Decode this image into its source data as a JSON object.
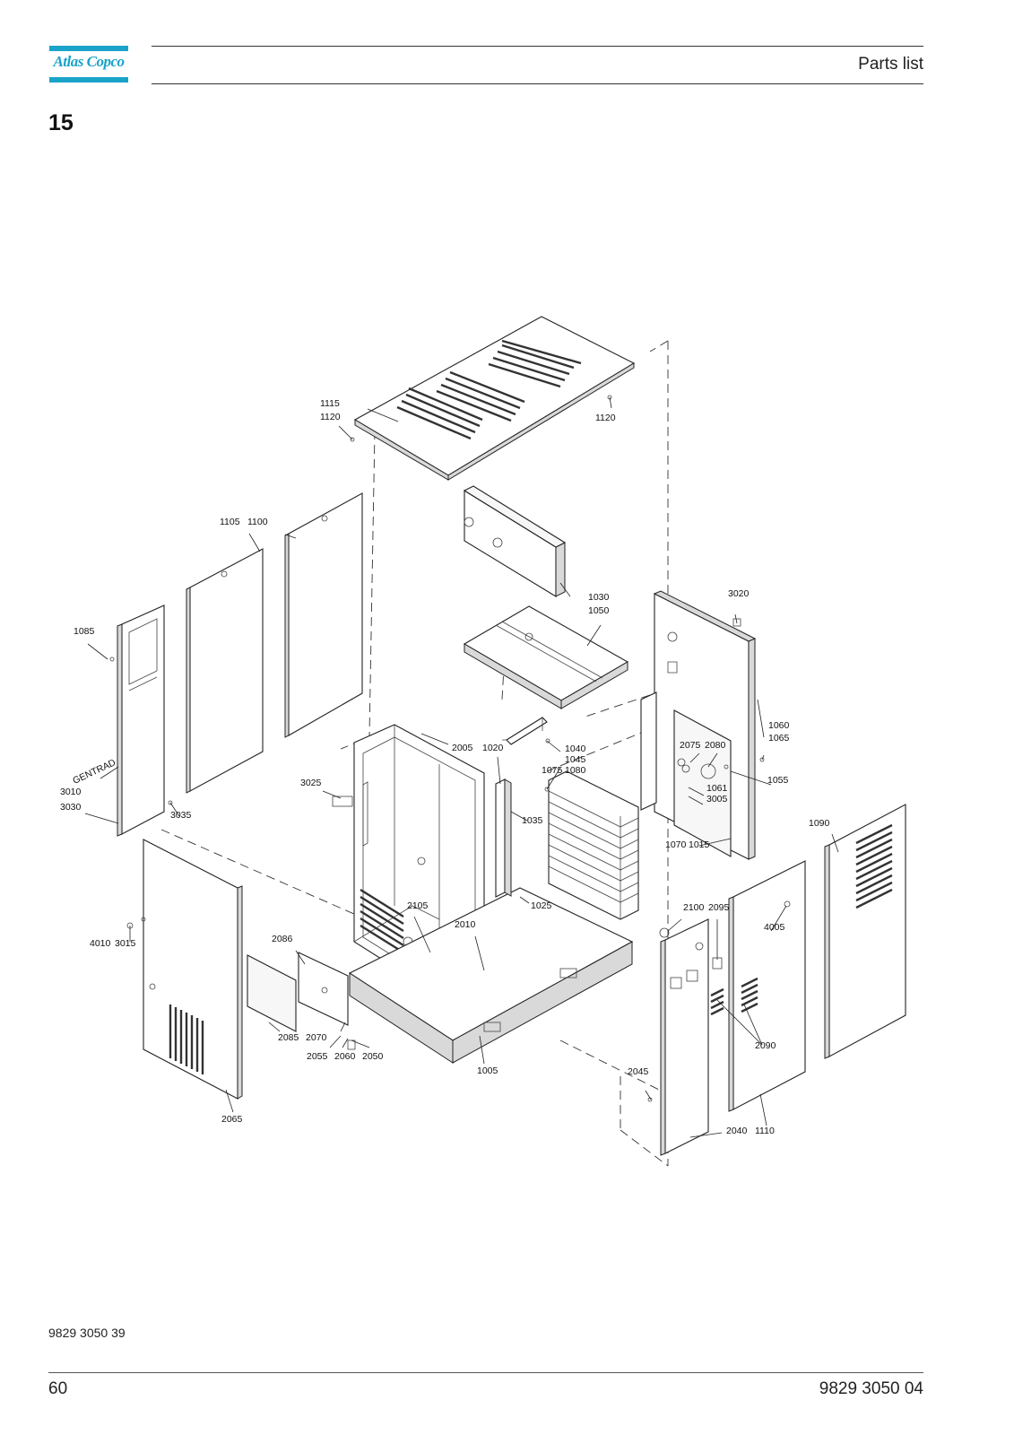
{
  "header": {
    "brand": "Atlas Copco",
    "title": "Parts list"
  },
  "section": {
    "number": "15"
  },
  "diagram": {
    "labels": {
      "l1115": "1115",
      "l1120a": "1120",
      "l1120b": "1120",
      "l1105": "1105",
      "l1100": "1100",
      "l1085": "1085",
      "l3010": "3010",
      "l3030": "3030",
      "l3035": "3035",
      "l1030": "1030",
      "l1050": "1050",
      "l3020": "3020",
      "l2005": "2005",
      "l1020": "1020",
      "l1040": "1040",
      "l1045": "1045",
      "l1075": "1075",
      "l1080": "1080",
      "l1060": "1060",
      "l1065": "1065",
      "l2075": "2075",
      "l2080": "2080",
      "l1055": "1055",
      "l1061": "1061",
      "l3005": "3005",
      "l3025": "3025",
      "l1035": "1035",
      "l1090": "1090",
      "l1070": "1070",
      "l1015": "1015",
      "l2105": "2105",
      "l2010": "2010",
      "l1025": "1025",
      "l2100": "2100",
      "l2095": "2095",
      "l4005": "4005",
      "l4010": "4010",
      "l3015": "3015",
      "l2086": "2086",
      "l2085": "2085",
      "l2070": "2070",
      "l2055": "2055",
      "l2060": "2060",
      "l2050": "2050",
      "l1005": "1005",
      "l2090": "2090",
      "l2045": "2045",
      "l2065": "2065",
      "l2040": "2040",
      "l1110": "1110"
    },
    "panel_brand": "GENTRAD"
  },
  "footer": {
    "doc_ref": "9829 3050 39",
    "page_number": "60",
    "doc_number": "9829 3050 04"
  }
}
